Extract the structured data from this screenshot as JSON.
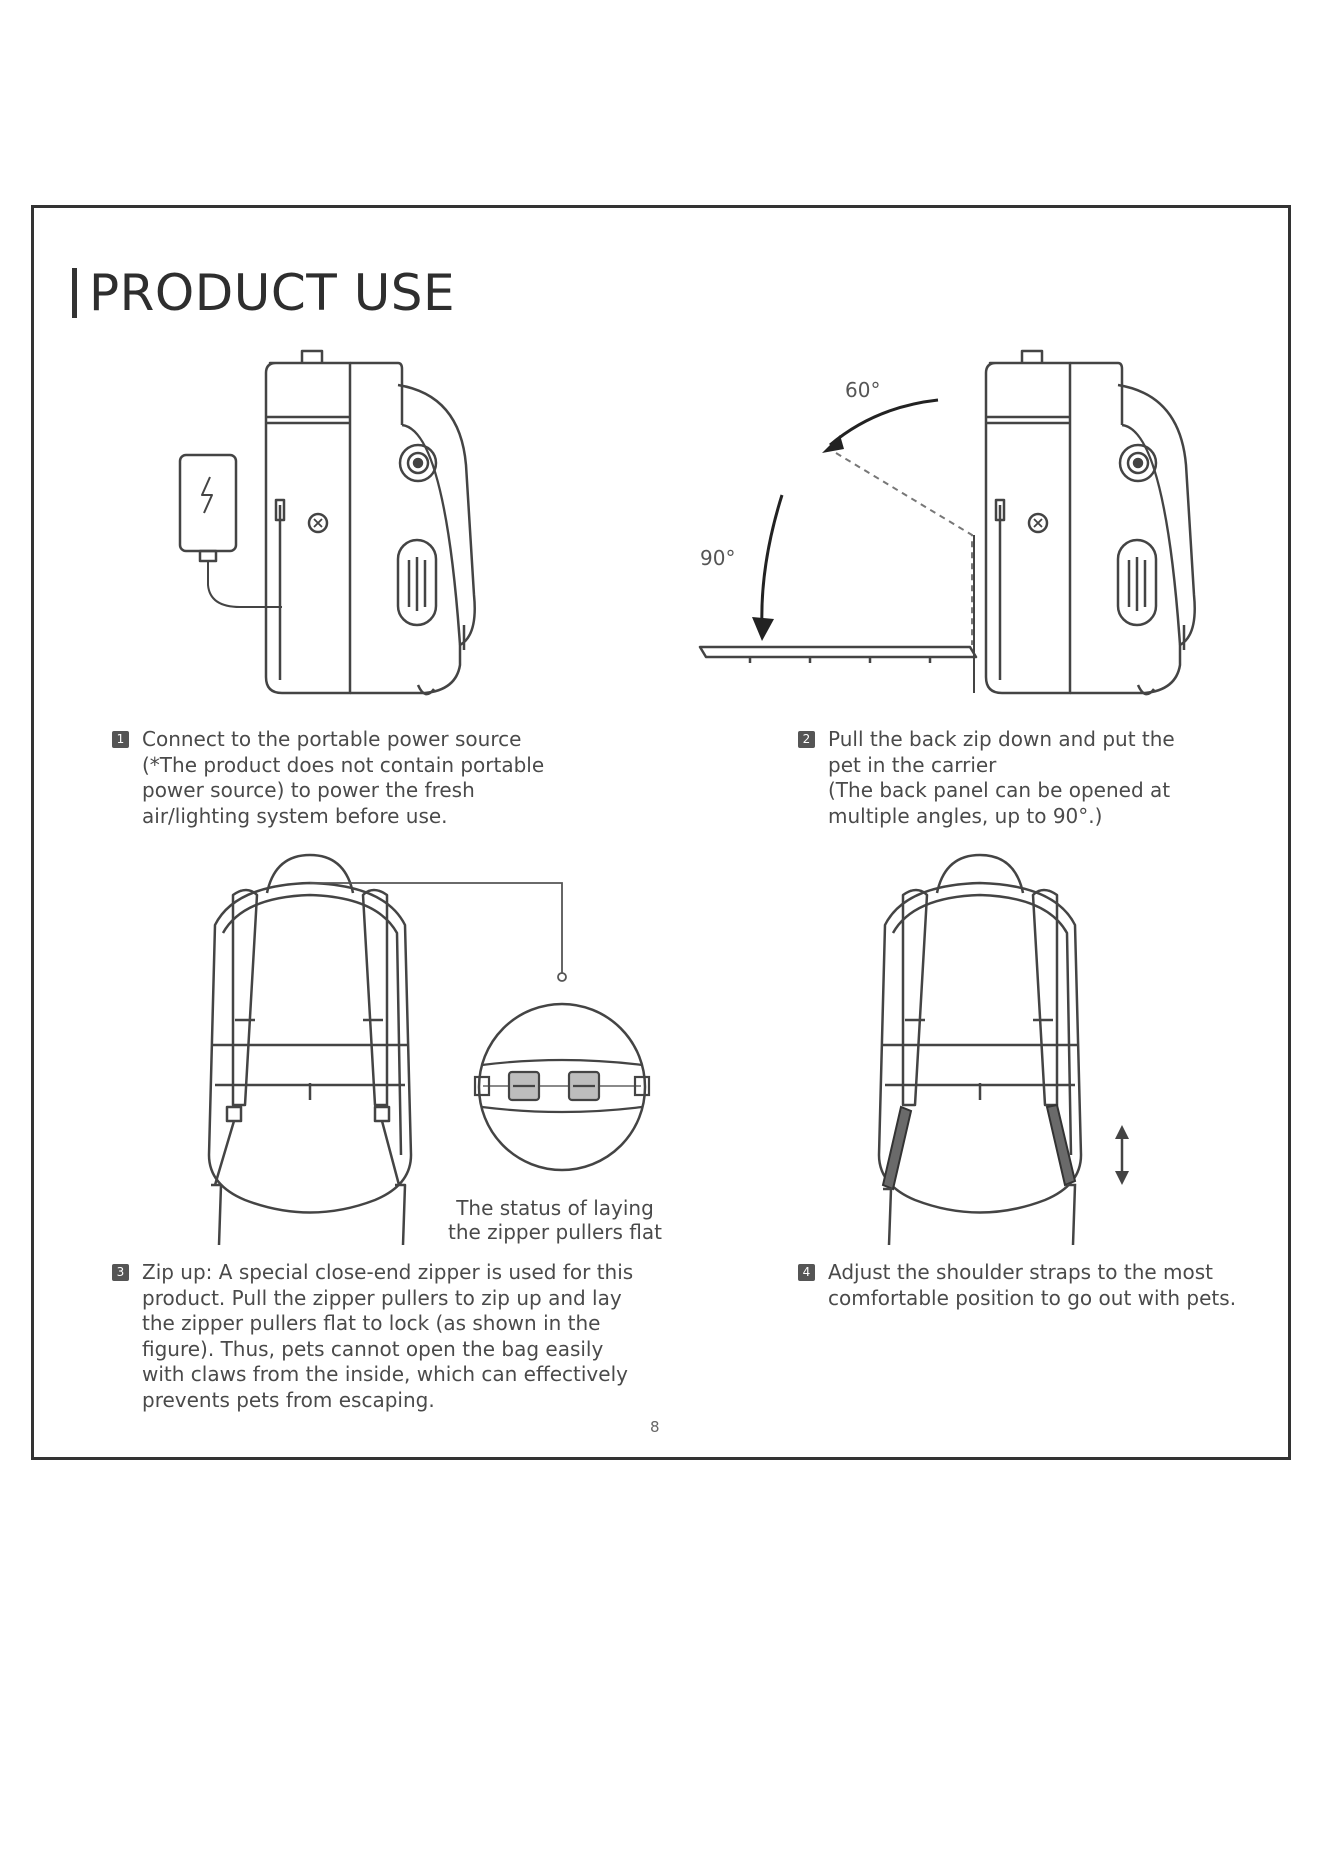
{
  "section_title": "PRODUCT USE",
  "annotations": {
    "angle_60": "60°",
    "angle_90": "90°"
  },
  "steps": [
    {
      "number": "1",
      "lines": [
        "Connect to the portable power source",
        "(*The product does not contain portable",
        "power source) to power the fresh",
        "air/lighting system before use."
      ]
    },
    {
      "number": "2",
      "lines": [
        "Pull the back zip down and put the",
        "pet in the carrier",
        "(The back panel can be opened at",
        "multiple angles, up to 90°.)"
      ]
    },
    {
      "number": "3",
      "lines": [
        "Zip up: A special close-end zipper is used for this",
        "product. Pull the zipper pullers to zip up and lay",
        "the zipper pullers flat to lock (as shown in the",
        "figure). Thus, pets cannot open the bag easily",
        "with claws from the inside, which can effectively",
        "prevents pets from escaping."
      ]
    },
    {
      "number": "4",
      "lines": [
        "Adjust the shoulder straps to the most",
        "comfortable position to go out with pets."
      ]
    }
  ],
  "zipper_caption": [
    "The status of laying",
    "the zipper pullers flat"
  ],
  "page_number": "8"
}
